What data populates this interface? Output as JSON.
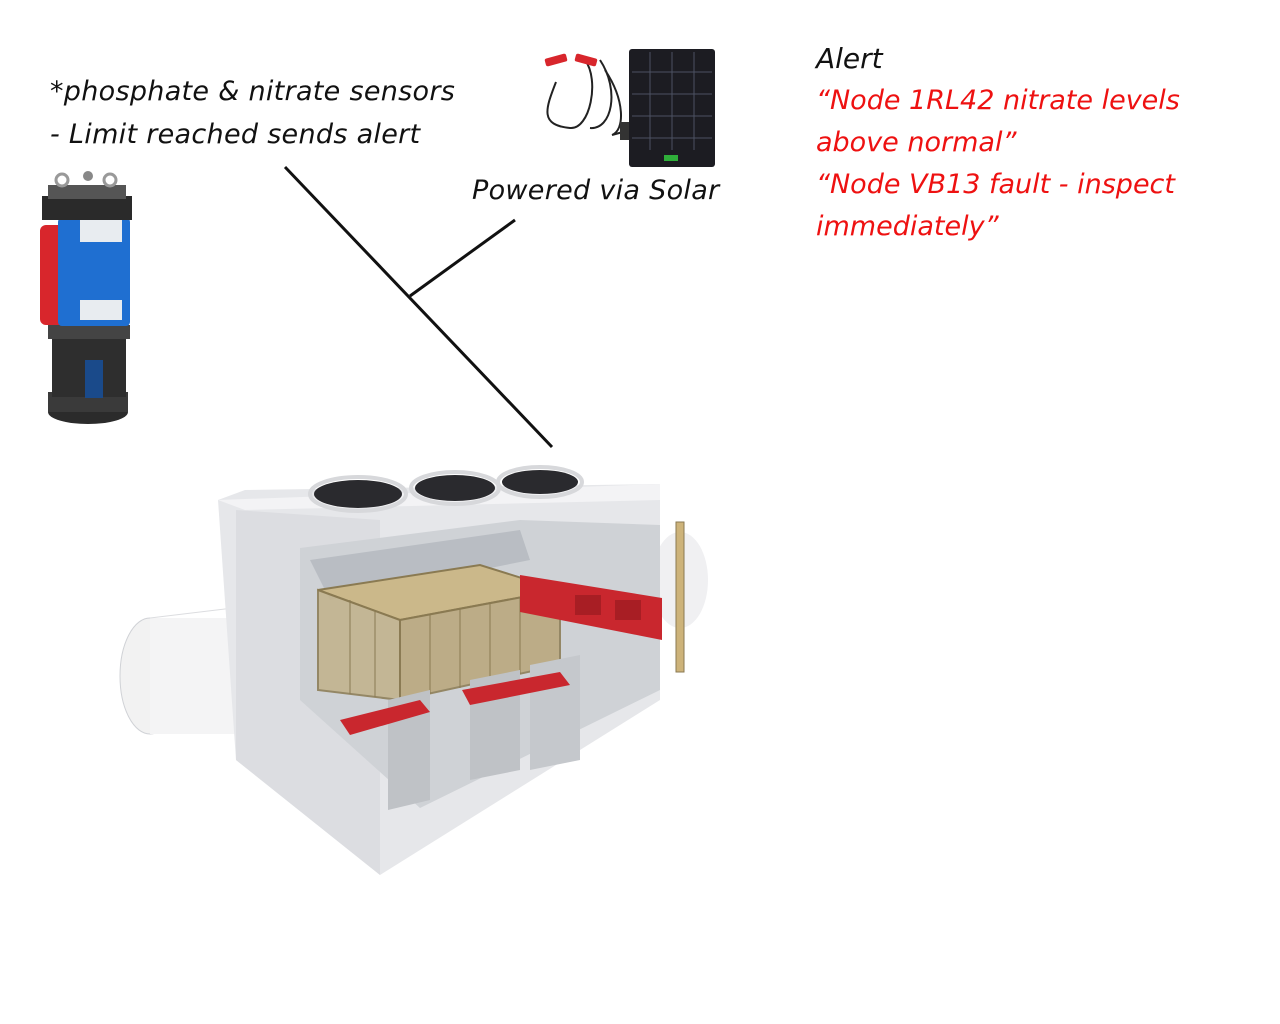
{
  "sensor": {
    "line1": "*phosphate & nitrate sensors",
    "line2": "- Limit reached sends alert"
  },
  "solar": {
    "caption": "Powered via Solar"
  },
  "alert": {
    "title": "Alert",
    "messages": [
      "“Node 1RL42 nitrate levels above normal”",
      "“Node VB13 fault - inspect immediately”"
    ]
  },
  "colors": {
    "alert_text": "#ee1111",
    "probe_blue": "#1f6fd1",
    "probe_red": "#d8262c",
    "baffle_red": "#c9272e",
    "vault_gray": "#e2e4e8"
  }
}
